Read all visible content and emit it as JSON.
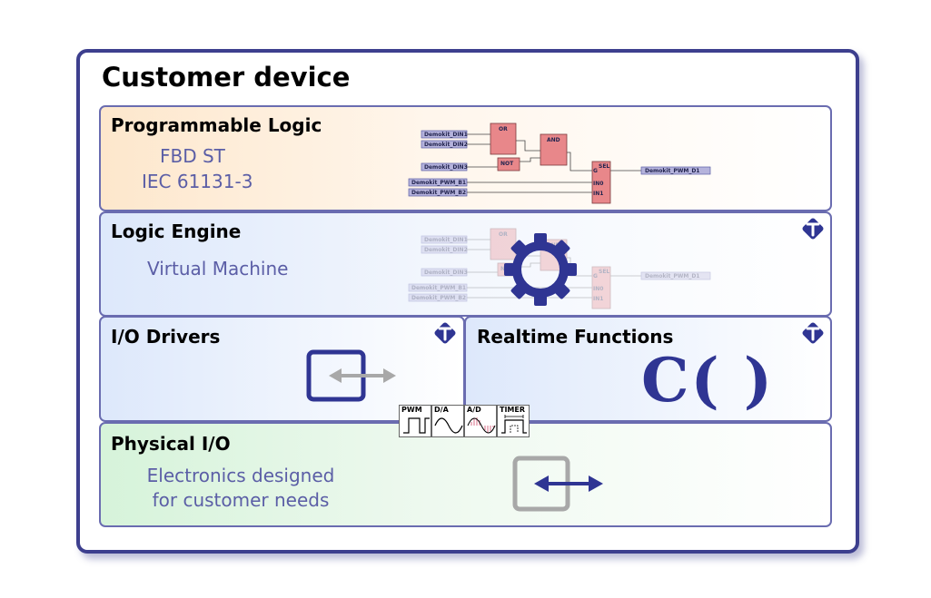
{
  "main_title": "Customer device",
  "layers": {
    "programmable_logic": {
      "title": "Programmable Logic",
      "lines": [
        "FBD   ST",
        "IEC 61131-3"
      ]
    },
    "logic_engine": {
      "title": "Logic Engine",
      "lines": [
        "Virtual Machine"
      ]
    },
    "io_drivers": {
      "title": "I/O Drivers"
    },
    "realtime_functions": {
      "title": "Realtime Functions",
      "symbol": "C( )"
    },
    "physical_io": {
      "title": "Physical I/O",
      "lines": [
        "Electronics designed",
        "for customer needs"
      ]
    }
  },
  "fbd": {
    "inputs": [
      "Demokit_DIN1",
      "Demokit_DIN2",
      "Demokit_DIN3",
      "Demokit_PWM_B1",
      "Demokit_PWM_B2"
    ],
    "blocks": {
      "or": "OR",
      "not": "NOT",
      "and": "AND",
      "sel": "SEL"
    },
    "sel_pins": [
      "G",
      "IN0",
      "IN1"
    ],
    "output": "Demokit_PWM_D1"
  },
  "chips": [
    "PWM",
    "D/A",
    "A/D",
    "TIMER"
  ],
  "colors": {
    "frame": "#3d3f8e",
    "panel_border": "#6a6cb0",
    "subtext": "#5b5ea6",
    "fbd_block": "#e8878a",
    "fbd_label": "#b5b3dc",
    "gear": "#2f3593",
    "physical_arrow": "#2f3593",
    "driver_arrow": "#a8a8a8"
  },
  "icons": [
    "badge-icon",
    "gear-icon",
    "driver-icon",
    "physical-io-icon",
    "pwm-icon",
    "da-icon",
    "ad-icon",
    "timer-icon"
  ]
}
